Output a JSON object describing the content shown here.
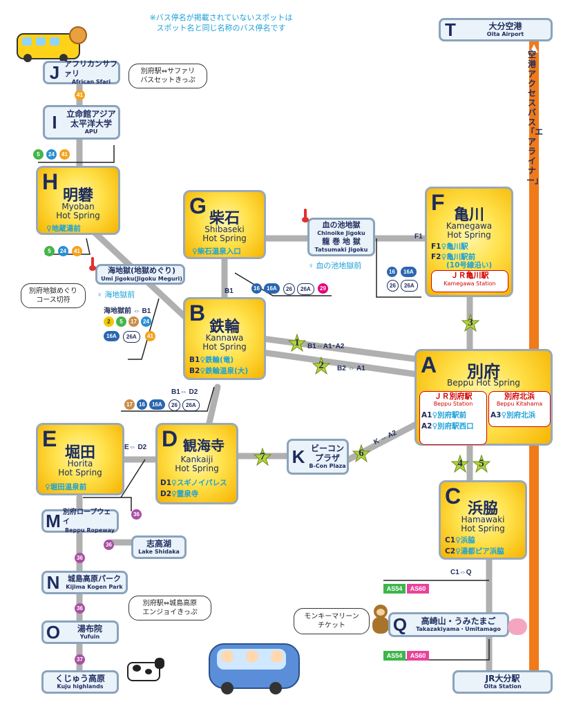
{
  "note": {
    "line1": "※バス停名が掲載されていないスポットは",
    "line2": "スポット名と同じ名称のバス停名です"
  },
  "airport": {
    "letter": "T",
    "jp": "大分空港",
    "en": "Oita Airport"
  },
  "airliner_label": "空港アクセスバス「エアライナー」",
  "stops": {
    "J": {
      "letter": "J",
      "jp": "アフリカンサファリ",
      "en": "African Sfari"
    },
    "I": {
      "letter": "I",
      "jp1": "立命館アジア",
      "jp2": "太平洋大学",
      "en": "APU"
    },
    "K": {
      "letter": "K",
      "jp1": "ビーコン",
      "jp2": "プラザ",
      "en": "B-Con Plaza"
    },
    "M": {
      "letter": "M",
      "jp": "別府ロープウェイ",
      "en": "Beppu Ropeway"
    },
    "shidaka": {
      "jp": "志高湖",
      "en": "Lake Shidaka"
    },
    "N": {
      "letter": "N",
      "jp": "城島高原パーク",
      "en": "Kijima Kogen Park"
    },
    "O": {
      "letter": "O",
      "jp": "湯布院",
      "en": "Yufuin"
    },
    "kuju": {
      "jp": "くじゅう高原",
      "en": "Kuju highlands"
    },
    "Q": {
      "letter": "Q",
      "jp": "高崎山・うみたまご",
      "en": "Takazakiyama・Umitamago"
    },
    "oita": {
      "jp": "JR大分駅",
      "en": "Oita Station"
    },
    "chinoike": {
      "jp1": "血の池地獄",
      "en1": "Chinoike Jigoku",
      "jp2": "龍 巻 地 獄",
      "en2": "Tatsumaki Jigoku",
      "stop": "血の池地獄前"
    },
    "umi": {
      "jp": "海地獄(地獄めぐり)",
      "en": "Umi Jigoku(Jigoku Meguri)",
      "stop": "海地獄前"
    }
  },
  "springs": {
    "H": {
      "letter": "H",
      "name": "明礬",
      "en1": "Myoban",
      "en2": "Hot Spring",
      "s1": "地蔵湯前"
    },
    "G": {
      "letter": "G",
      "name": "柴石",
      "en1": "Shibaseki",
      "en2": "Hot Spring",
      "s1": "柴石温泉入口"
    },
    "F": {
      "letter": "F",
      "name": "亀川",
      "en1": "Kamegawa",
      "en2": "Hot Spring",
      "c1": "F1",
      "s1": "亀川駅",
      "c2": "F2",
      "s2": "亀川駅前",
      "s2b": "(10号線沿い)",
      "sta": "ＪＲ亀川駅",
      "sta_en": "Kamegawa Station"
    },
    "B": {
      "letter": "B",
      "name": "鉄輪",
      "en1": "Kannawa",
      "en2": "Hot Spring",
      "c1": "B1",
      "s1": "鉄輪(竜)",
      "c2": "B2",
      "s2": "鉄輪温泉(大)"
    },
    "A": {
      "letter": "A",
      "name": "別府",
      "en": "Beppu Hot Spring",
      "sta1": "ＪＲ別府駅",
      "sta1_en": "Beppu Station",
      "c1": "A1",
      "s1": "別府駅前",
      "c2": "A2",
      "s2": "別府駅西口",
      "sta2": "別府北浜",
      "sta2_en": "Beppu Kitahama",
      "c3": "A3",
      "s3": "別府北浜"
    },
    "E": {
      "letter": "E",
      "name": "堀田",
      "en1": "Horita",
      "en2": "Hot Spring",
      "s1": "堀田温泉前"
    },
    "D": {
      "letter": "D",
      "name": "観海寺",
      "en1": "Kankaiji",
      "en2": "Hot Spring",
      "c1": "D1",
      "s1": "スギノイパレス",
      "c2": "D2",
      "s2": "霊泉寺"
    },
    "C": {
      "letter": "C",
      "name": "浜脇",
      "en1": "Hamawaki",
      "en2": "Hot Spring",
      "c1": "C1",
      "s1": "浜脇",
      "c2": "C2",
      "s2": "湯都ピア浜脇"
    }
  },
  "labels": {
    "f1": "F1",
    "b1": "B1",
    "umi_b1": "海地獄前 ⇔ B1",
    "b1_a": "B1⇔A1･A2",
    "b2_a": "B2 ⇔ A1",
    "b1_d2": "B1⇔ D2",
    "e_d2": "E⇔ D2",
    "k_a2": "K ⇔ A2",
    "c1_q": "C1⇔Q"
  },
  "stars": [
    "1",
    "2",
    "3",
    "4",
    "5",
    "6",
    "7"
  ],
  "bubbles": {
    "safari": {
      "l1": "別府駅⇔サファリ",
      "l2": "バスセットきっぷ"
    },
    "course": {
      "l1": "別府地獄めぐり",
      "l2": "コース切符"
    },
    "kijima": {
      "l1": "別府駅⇔城島高原",
      "l2": "エンジョイきっぷ"
    },
    "marine": {
      "l1": "モンキーマリーン",
      "l2": "チケット"
    }
  },
  "route_badges": {
    "r41": "41",
    "i_5": "5",
    "i_24": "24",
    "i_41": "41",
    "h_5": "5",
    "h_24": "24",
    "h_41": "41",
    "u_2": "2",
    "u_5": "5",
    "u_17": "17",
    "u_24": "24",
    "u_16A": "16A",
    "u_26A": "26A",
    "u_41": "41",
    "g_16": "16",
    "g_16A": "16A",
    "g_26": "26",
    "g_26A": "26A",
    "g_29": "29",
    "c_16": "16",
    "c_16A": "16A",
    "c_26": "26",
    "c_26A": "26A",
    "bd_17": "17",
    "bd_16": "16",
    "bd_16A": "16A",
    "bd_26": "26",
    "bd_26A": "26A",
    "m_36": "36",
    "sh_36": "36",
    "mn_36": "36",
    "no_36": "36",
    "ok_37": "37",
    "as54a": "AS54",
    "as60a": "AS60",
    "as54b": "AS54",
    "as60b": "AS60"
  },
  "colors": {
    "route_2": "#f0c800",
    "route_5": "#43b649",
    "route_16": "#2a66b0",
    "route_17": "#c98e4a",
    "route_24": "#2a8fd0",
    "route_26": "#ffffff",
    "route_29": "#e6007e",
    "route_36": "#a94fa4",
    "route_41": "#f4a21b",
    "airliner": "#f07a1a",
    "as54": "#3db54a",
    "as60": "#e8439b"
  }
}
